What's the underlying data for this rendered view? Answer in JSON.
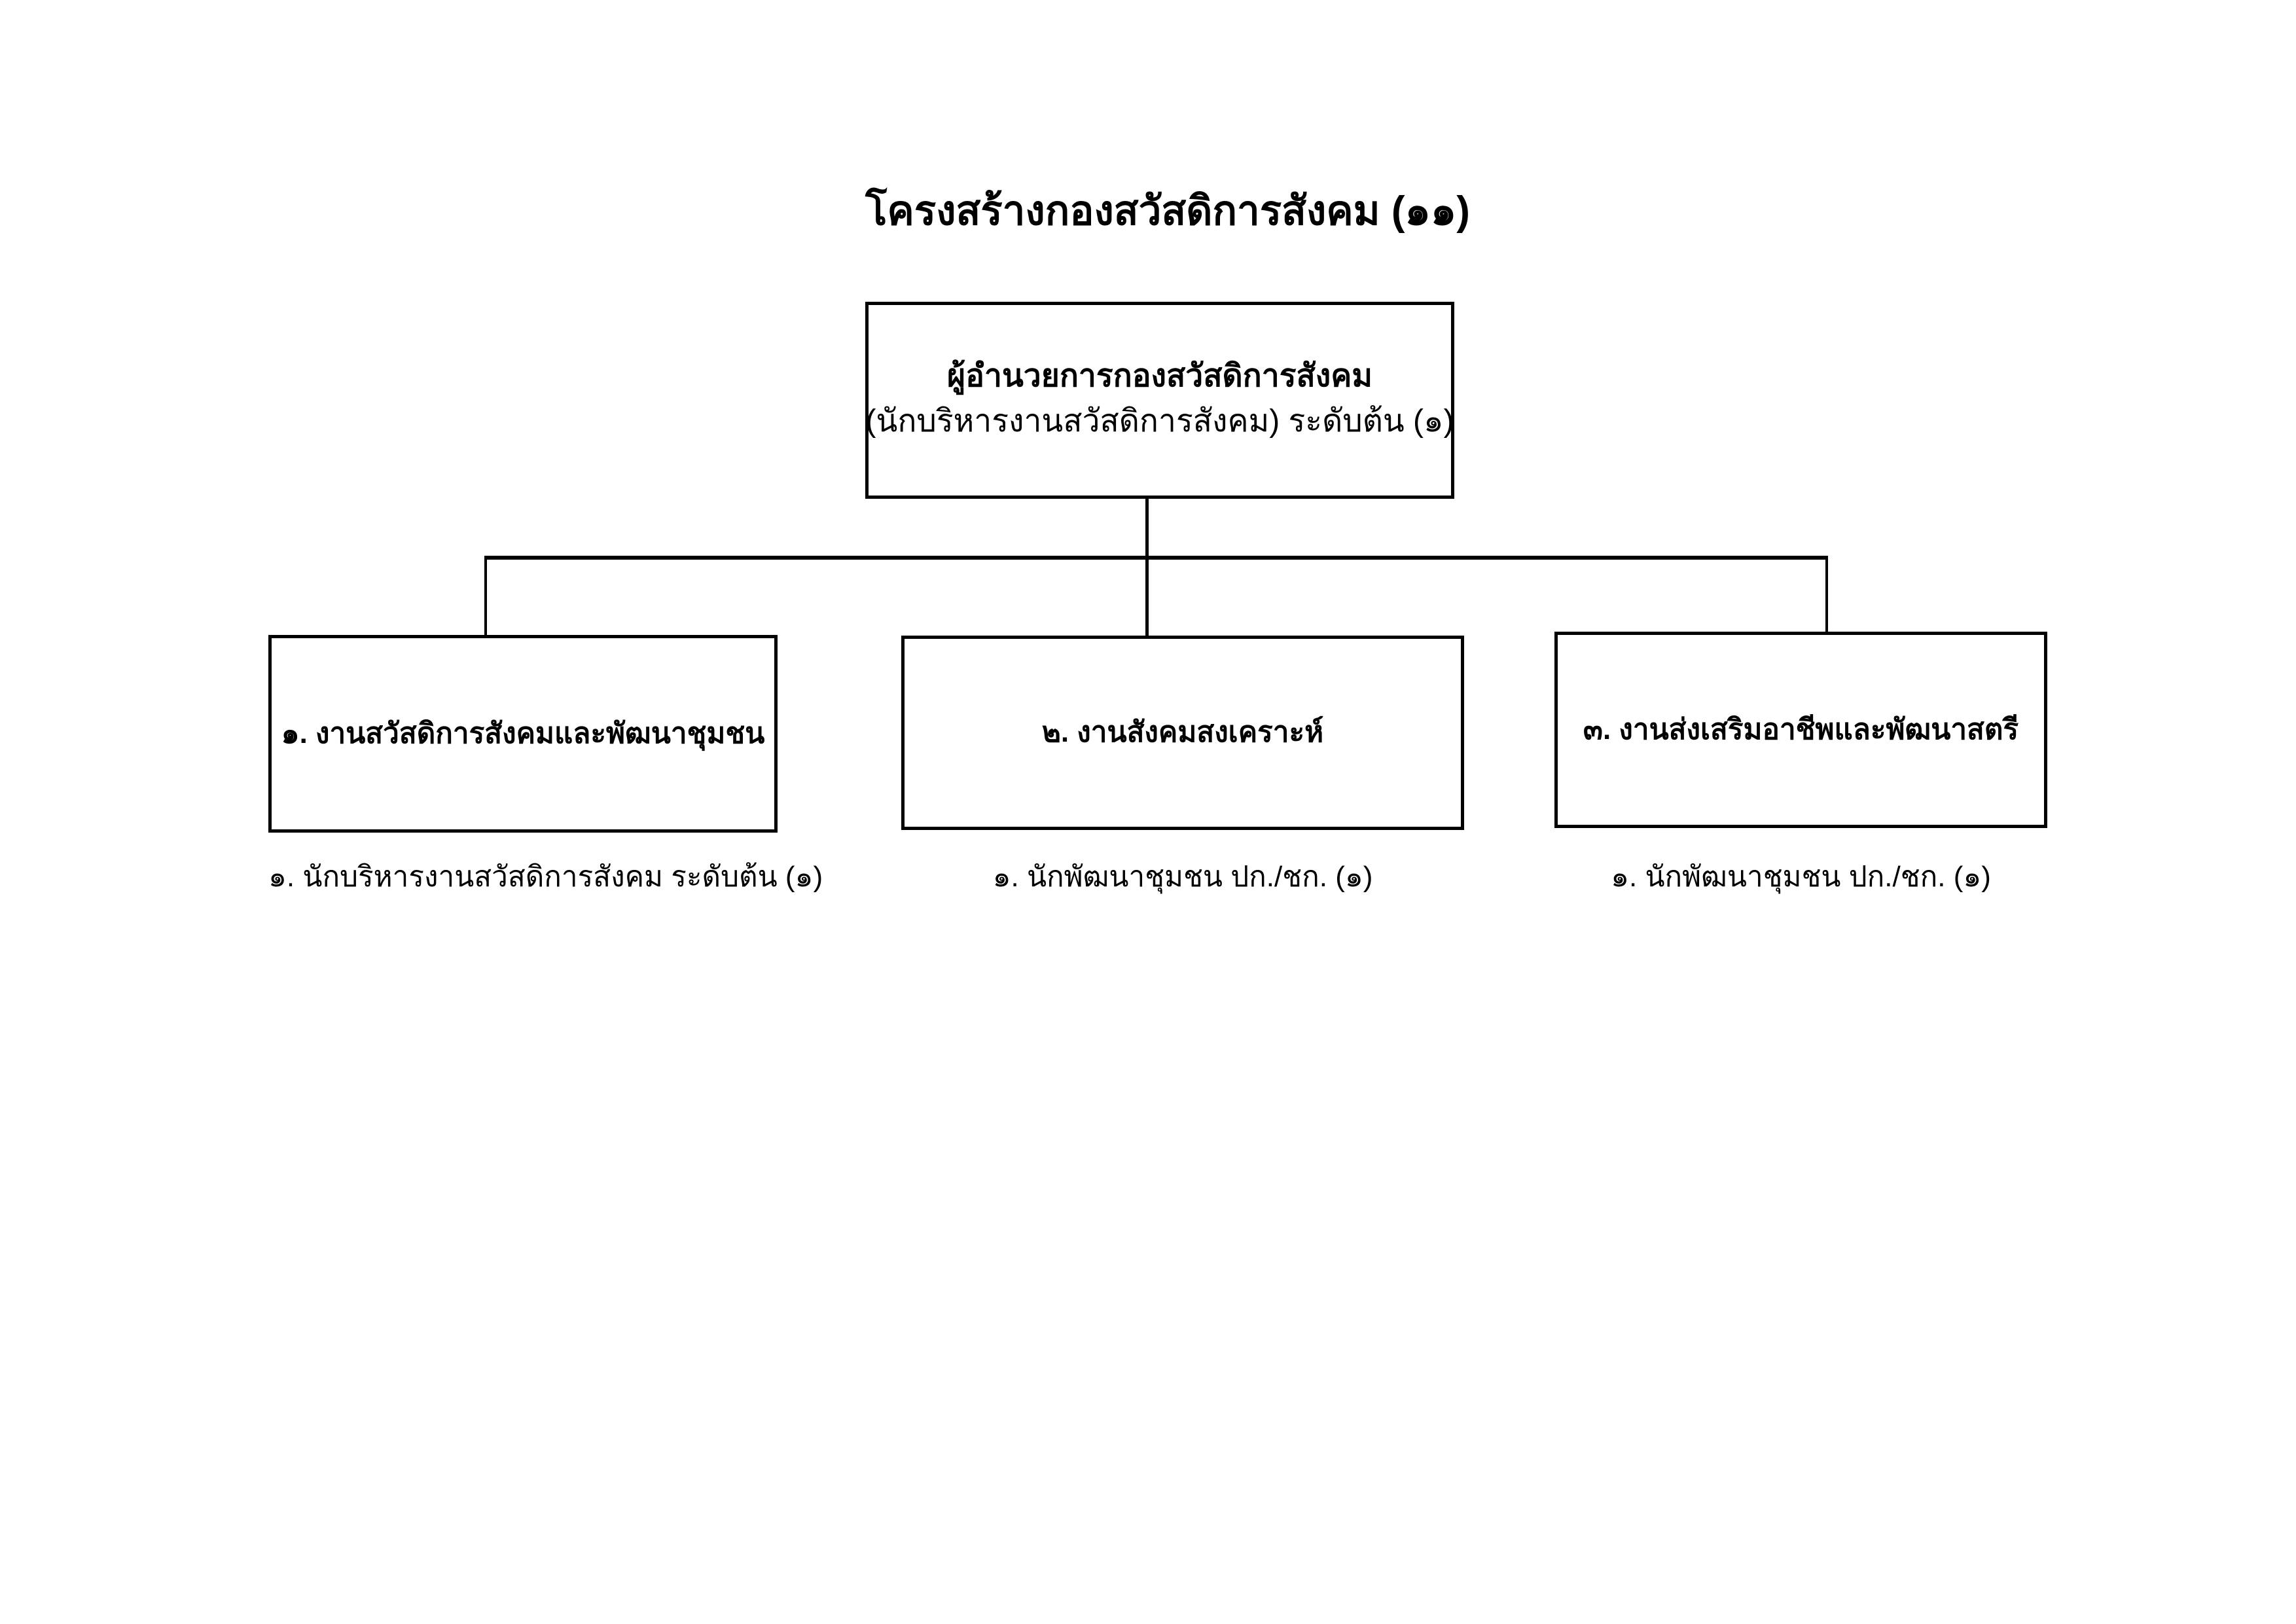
{
  "document": {
    "title": "โครงสร้างกองสวัสดิการสังคม (๑๑)",
    "background_color": "#ffffff",
    "line_color": "#000000",
    "text_color": "#000000"
  },
  "org_chart": {
    "root": {
      "line_1": "ผู้อำนวยการกองสวัสดิการสังคม",
      "line_2": "(นักบริหารงานสวัสดิการสังคม) ระดับต้น (๑)"
    },
    "units": [
      {
        "label": "๑. งานสวัสดิการสังคมและพัฒนาชุมชน",
        "caption": "๑. นักบริหารงานสวัสดิการสังคม ระดับต้น (๑)"
      },
      {
        "label": "๒. งานสังคมสงเคราะห์",
        "caption": "๑. นักพัฒนาชุมชน ปก./ชก. (๑)"
      },
      {
        "label": "๓. งานส่งเสริมอาชีพและพัฒนาสตรี",
        "caption": "๑. นักพัฒนาชุมชน ปก./ชก. (๑)"
      }
    ]
  }
}
